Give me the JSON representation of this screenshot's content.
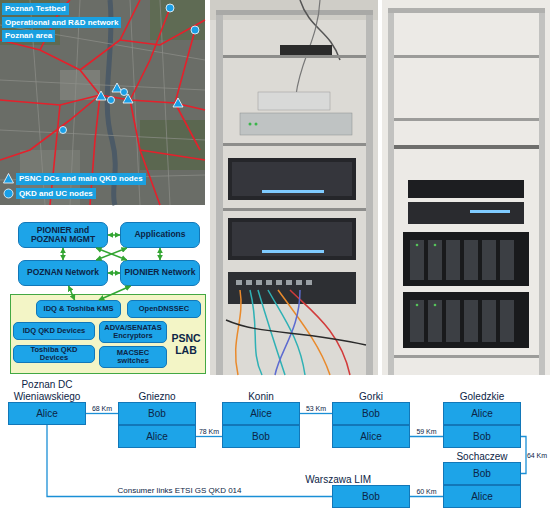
{
  "diagram": {
    "nodes": [
      {
        "text": [
          "Poznań Testbed",
          "Operational and R&D network",
          "Poznań area"
        ]
      },
      {
        "text": [
          "PIONIER and POZNAN MGMT"
        ]
      },
      {
        "text": [
          "Applications"
        ]
      },
      {
        "text": [
          "POZNAN Network"
        ]
      },
      {
        "text": [
          "PIONIER Network"
        ]
      },
      {
        "text": [
          "PSNC LAB"
        ]
      },
      {
        "text": [
          "IDQ & Toshiba KMS"
        ],
        "in": 5
      },
      {
        "text": [
          "OpenDNSSEC"
        ],
        "in": 5
      },
      {
        "text": [
          "IDQ QKD Devices"
        ],
        "in": 5
      },
      {
        "text": [
          "ADVA/SENATAS Encryptors"
        ],
        "in": 5
      },
      {
        "text": [
          "Toshiba QKD Devices"
        ],
        "in": 5
      },
      {
        "text": [
          "MACSEC switches"
        ],
        "in": 5
      },
      {
        "text": [
          "Poznan DC Wieniawskiego",
          "Alice"
        ]
      },
      {
        "text": [
          "Gniezno",
          "Bob"
        ]
      },
      {
        "text": [
          "Alice"
        ]
      },
      {
        "text": [
          "Konin",
          "Alice"
        ]
      },
      {
        "text": [
          "Bob"
        ]
      },
      {
        "text": [
          "Gorki",
          "Bob"
        ]
      },
      {
        "text": [
          "Alice"
        ]
      },
      {
        "text": [
          "Goledzkie",
          "Alice"
        ]
      },
      {
        "text": [
          "Bob"
        ]
      },
      {
        "text": [
          "Sochaczew",
          "Bob"
        ]
      },
      {
        "text": [
          "Alice"
        ]
      },
      {
        "text": [
          "Warszawa LIM",
          "Bob"
        ]
      }
    ],
    "edges": [
      {
        "from": 1,
        "to": 2,
        "arrow": "both"
      },
      {
        "from": 1,
        "to": 3,
        "arrow": "both"
      },
      {
        "from": 2,
        "to": 4,
        "arrow": "both"
      },
      {
        "from": 3,
        "to": 4,
        "arrow": "both"
      },
      {
        "from": 1,
        "to": 4,
        "arrow": "both"
      },
      {
        "from": 2,
        "to": 3,
        "arrow": "both"
      },
      {
        "from": 3,
        "to": 6,
        "arrow": "both"
      },
      {
        "from": 4,
        "to": 6,
        "arrow": "both"
      },
      {
        "from": 12,
        "to": 13,
        "label": "68 Km",
        "arrow": "none"
      },
      {
        "from": 14,
        "to": 16,
        "label": "78 Km",
        "arrow": "none"
      },
      {
        "from": 15,
        "to": 17,
        "label": "53 Km",
        "arrow": "none"
      },
      {
        "from": 18,
        "to": 20,
        "label": "59 Km",
        "arrow": "none"
      },
      {
        "from": 20,
        "to": 21,
        "label": "64 Km",
        "arrow": "none"
      },
      {
        "from": 22,
        "to": 23,
        "label": "60 Km",
        "arrow": "none"
      },
      {
        "from": 12,
        "to": 23,
        "label": "Consumer links ETSI GS QKD 014",
        "arrow": "none"
      }
    ],
    "legend": [
      {
        "text": "PSNC DCs and main QKD nodes"
      },
      {
        "text": "QKD and UC nodes"
      }
    ]
  }
}
